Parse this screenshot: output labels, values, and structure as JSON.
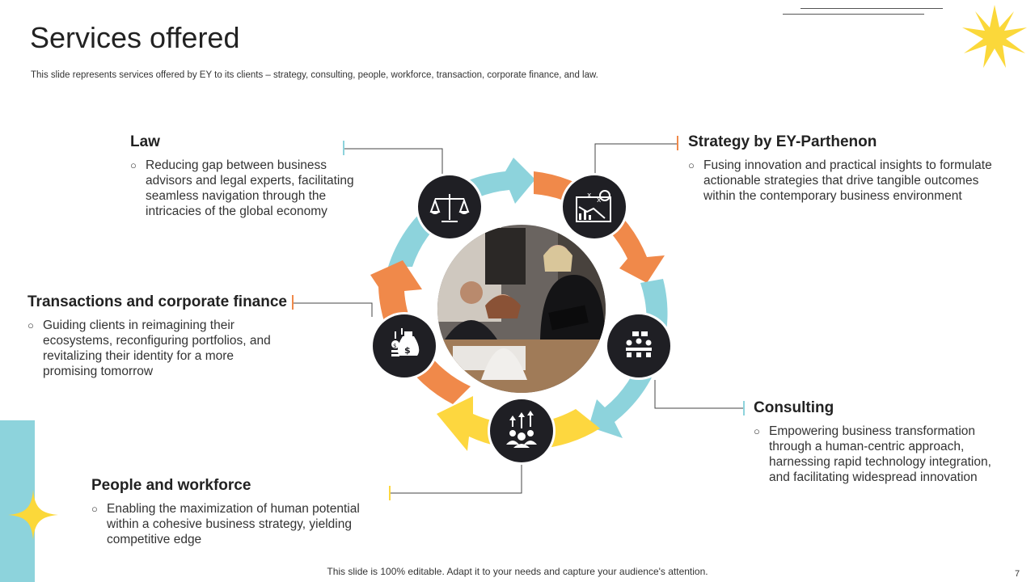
{
  "slide": {
    "title": "Services offered",
    "subtitle": "This slide represents services offered by EY to its clients – strategy, consulting, people, workforce, transaction, corporate finance, and law.",
    "footer": "This slide is 100% editable. Adapt it to your needs and capture your audience's attention.",
    "page_number": "7"
  },
  "colors": {
    "teal": "#8dd3dc",
    "orange": "#f0894a",
    "yellow": "#fdd73f",
    "dark_circle": "#1f1f24",
    "star": "#fbd83a"
  },
  "services": {
    "law": {
      "title": "Law",
      "text": "Reducing gap between business advisors and legal experts, facilitating seamless navigation through the intricacies of the global economy",
      "icon": "scales-icon"
    },
    "strategy": {
      "title": "Strategy by EY-Parthenon",
      "text": "Fusing innovation and practical insights to formulate actionable strategies that drive tangible outcomes within the contemporary business environment",
      "icon": "strategy-chart-gear-icon"
    },
    "transactions": {
      "title": "Transactions and corporate finance",
      "text": "Guiding clients in reimagining their ecosystems, reconfiguring portfolios, and revitalizing their identity for a more promising tomorrow",
      "icon": "money-bag-icon"
    },
    "consulting": {
      "title": "Consulting",
      "text": "Empowering business transformation through a human-centric approach, harnessing rapid technology integration, and facilitating widespread innovation",
      "icon": "meeting-table-icon"
    },
    "people": {
      "title": "People and workforce",
      "text": "Enabling the maximization of human potential within a cohesive business strategy, yielding competitive edge",
      "icon": "team-growth-icon"
    }
  }
}
